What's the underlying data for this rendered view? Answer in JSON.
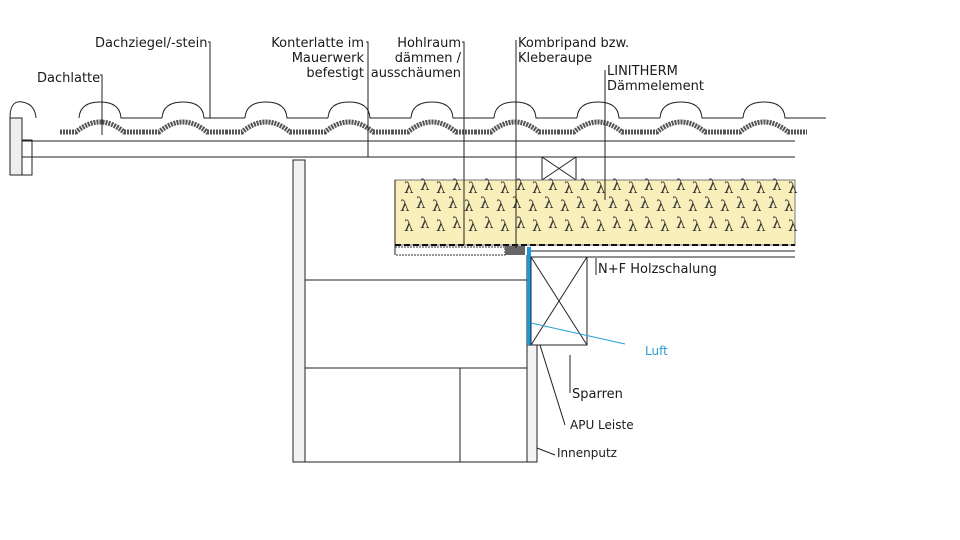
{
  "labels": {
    "dachziegel": "Dachziegel/-stein",
    "dachlatte": "Dachlatte",
    "konterlatte": [
      "Konterlatte im",
      "Mauerwerk",
      "befestigt"
    ],
    "hohlraum": [
      "Hohlraum",
      "dämmen /",
      "ausschäumen"
    ],
    "kombripand": [
      "Kombripand bzw.",
      "Kleberaupe"
    ],
    "linitherm": [
      "LINITHERM",
      "Dämmelement"
    ],
    "holzschalung": "N+F Holzschalung",
    "luft": "Luft",
    "sparren": "Sparren",
    "apu_leiste": "APU Leiste",
    "innenputz": "Innenputz"
  },
  "colors": {
    "insulation": "#f8efbb",
    "air_gap": "#1b9ad6",
    "luft_label": "#2a9fd6"
  }
}
